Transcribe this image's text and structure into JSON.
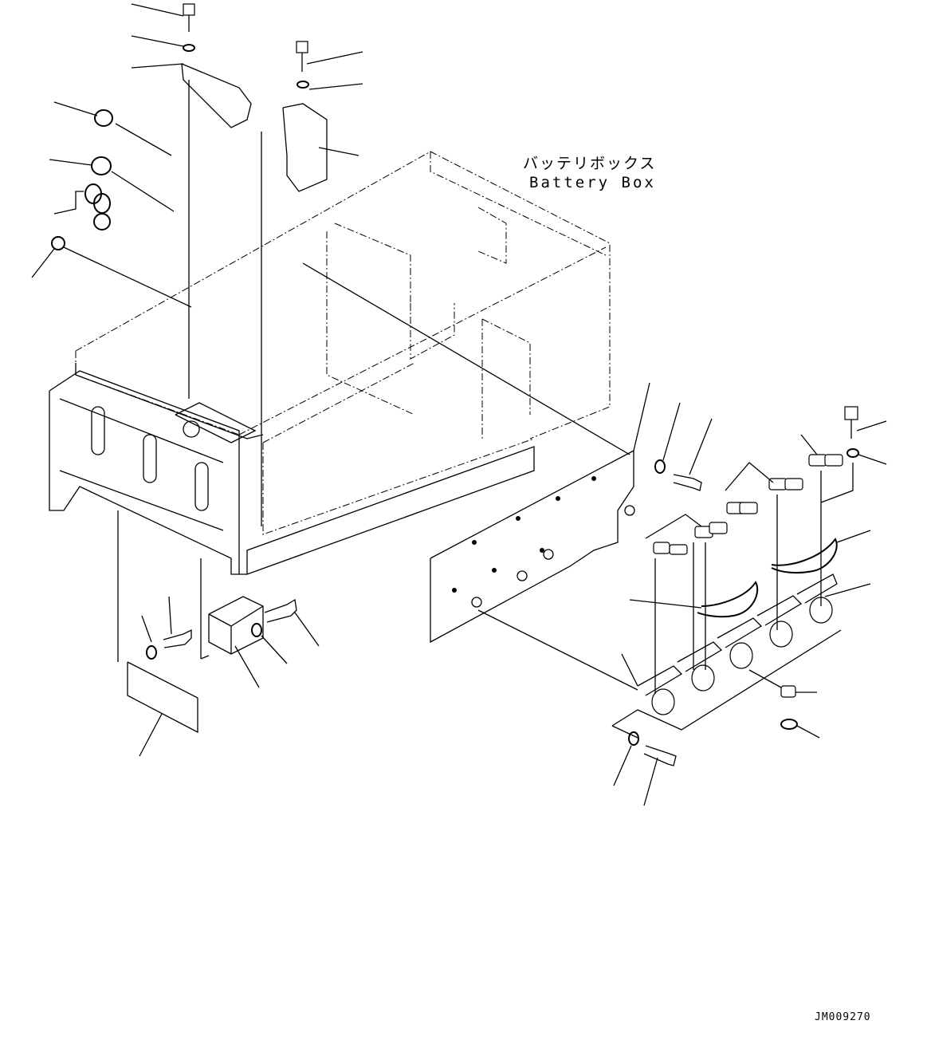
{
  "assembly": {
    "title_jp": "バッテリボックス",
    "title_en": "Battery Box"
  },
  "drawing": {
    "code": "JM009270"
  }
}
